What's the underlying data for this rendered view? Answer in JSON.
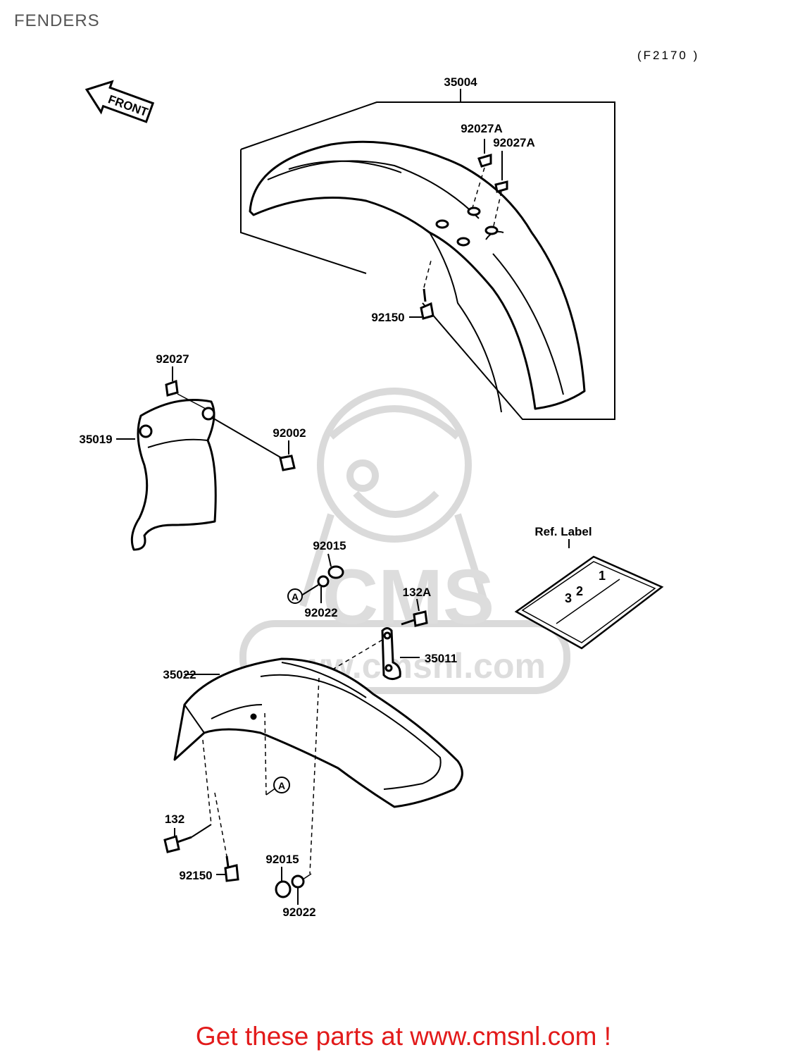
{
  "page": {
    "title": "FENDERS"
  },
  "diagram": {
    "code": "(F2170 )",
    "front_label": "FRONT",
    "ref_label": "Ref. Label",
    "ref_label_digits": [
      "3",
      "2",
      "1"
    ],
    "callout_letter": "A",
    "watermark_text": "www.cmsnl.com",
    "watermark_brand": "CMS",
    "parts": {
      "front_fender": "35004",
      "front_fender_top_nut": "92027A",
      "front_fender_side_nut": "92027A",
      "front_fender_bolt": "92150",
      "flap_nut": "92027",
      "flap": "35019",
      "flap_bolt": "92002",
      "upper_nut": "92015",
      "upper_washer": "92022",
      "bracket_bolt": "132A",
      "bracket": "35011",
      "rear_fender": "35022",
      "rear_bolt": "132",
      "rear_bolt_small": "92150",
      "lower_nut": "92015",
      "lower_washer": "92022"
    }
  },
  "footer": {
    "promo_text": "Get these parts at www.cmsnl.com !"
  },
  "colors": {
    "promo": "#e21a1a",
    "title": "#555555",
    "watermark": "#cccccc",
    "line": "#000000"
  }
}
